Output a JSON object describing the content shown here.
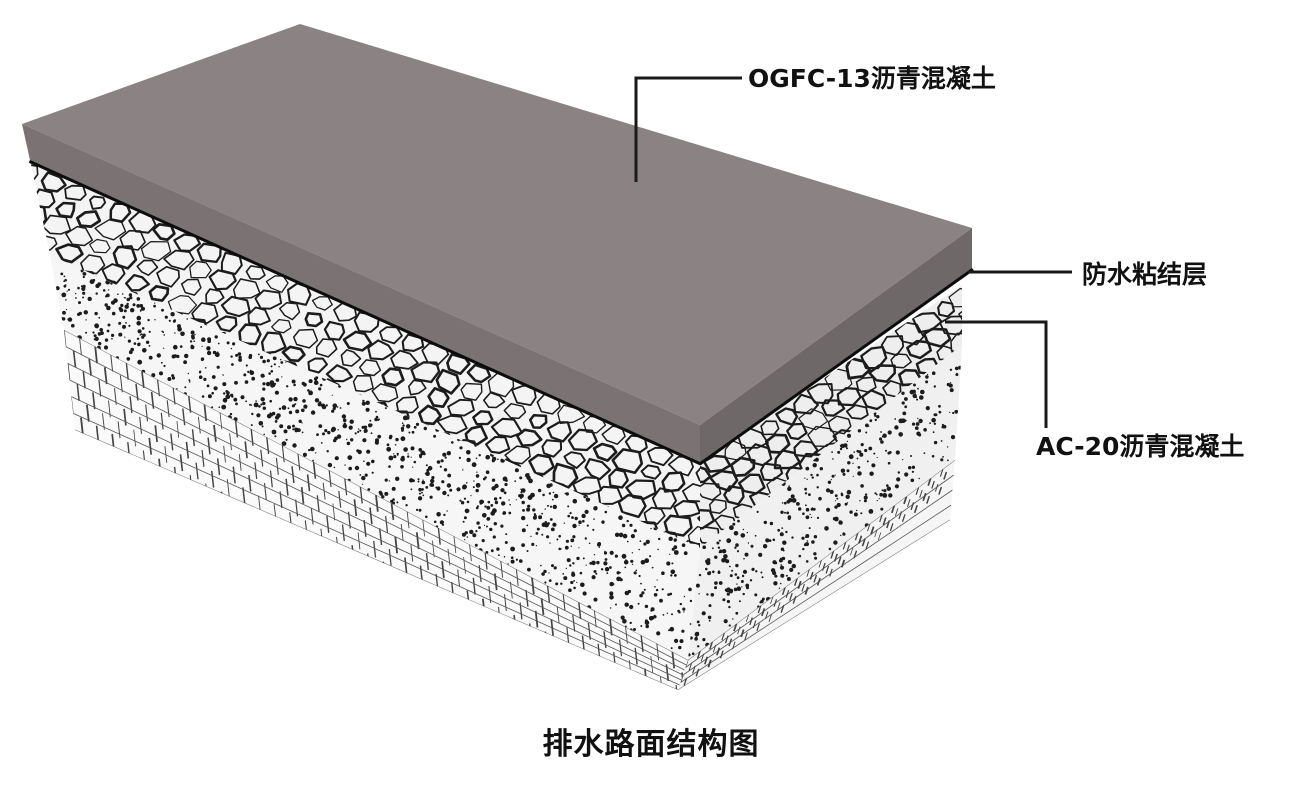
{
  "labels": {
    "ogfc": "OGFC-13沥青混凝土",
    "bond_layer": "防水粘结层",
    "ac": "AC-20沥青混凝土"
  },
  "caption": "排水路面结构图",
  "colors": {
    "top_surface": "#8a8283",
    "top_front_side": "#7a7273",
    "top_right_side": "#6f6869",
    "bond_line": "#0d0d0d",
    "leader_line": "#1a1a1a",
    "aggregate_ink": "#1c1c1c",
    "background": "#ffffff"
  }
}
